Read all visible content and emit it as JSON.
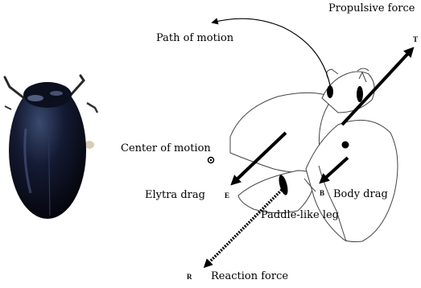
{
  "labels": {
    "propulsive_force": "Propulsive force",
    "path_of_motion": "Path of motion",
    "center_of_motion": "Center of motion",
    "elytra_drag": "Elytra drag",
    "body_drag": "Body drag",
    "paddle_like_leg": "Paddle-like leg",
    "reaction_force": "Reaction force"
  },
  "points": {
    "t": "T",
    "e": "E",
    "b": "B",
    "r": "R"
  }
}
